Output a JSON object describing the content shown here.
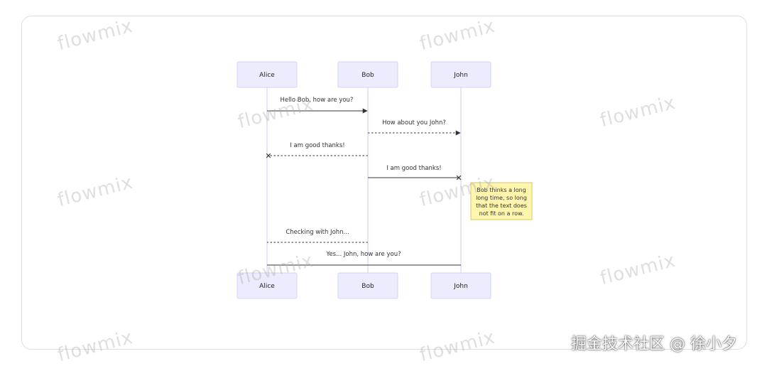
{
  "diagram": {
    "participants": [
      "Alice",
      "Bob",
      "John"
    ],
    "messages": [
      {
        "from": "Alice",
        "to": "Bob",
        "text": "Hello Bob, how are you?",
        "line": "solid",
        "arrow": "filled"
      },
      {
        "from": "Bob",
        "to": "John",
        "text": "How about you John?",
        "line": "dotted",
        "arrow": "filled"
      },
      {
        "from": "Bob",
        "to": "Alice",
        "text": "I am good thanks!",
        "line": "dotted",
        "arrow": "cross"
      },
      {
        "from": "Bob",
        "to": "John",
        "text": "I am good thanks!",
        "line": "solid",
        "arrow": "cross"
      },
      {
        "from": "Bob",
        "to": "Alice",
        "text": "Checking with John...",
        "line": "dotted",
        "arrow": "open"
      },
      {
        "from": "Alice",
        "to": "John",
        "text": "Yes... John, how are you?",
        "line": "solid",
        "arrow": "open"
      }
    ],
    "note": {
      "right_of": "John",
      "lines": [
        "Bob thinks a long",
        "long time, so long",
        "that the text does",
        "not fit on a row."
      ]
    },
    "colors": {
      "actor_fill": "#ececff",
      "actor_border": "#d4d4f4",
      "note_fill": "#fff5ad",
      "note_border": "#d6c96a",
      "line": "#333333"
    }
  },
  "watermark": "flowmix",
  "credit": "掘金技术社区 @ 徐小夕"
}
